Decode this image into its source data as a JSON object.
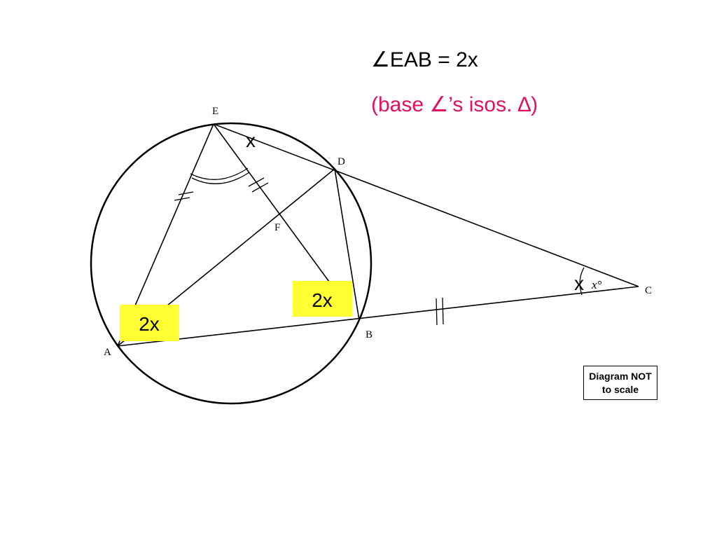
{
  "statement": "∠EAB = 2x",
  "reason": {
    "text": "(base ∠’s isos.  ∆)",
    "color": "#e0115f"
  },
  "highlight_color": "#ffff33",
  "points": {
    "E": "E",
    "D": "D",
    "F": "F",
    "A": "A",
    "B": "B",
    "C": "C"
  },
  "annotations": {
    "angle_x_at_E": "x",
    "angle_x_at_C": "x",
    "given_x_deg": "x°",
    "angle_2x_at_A": "2x",
    "angle_2x_at_B": "2x"
  },
  "note": {
    "line1": "Diagram NOT",
    "line2": "to scale"
  }
}
